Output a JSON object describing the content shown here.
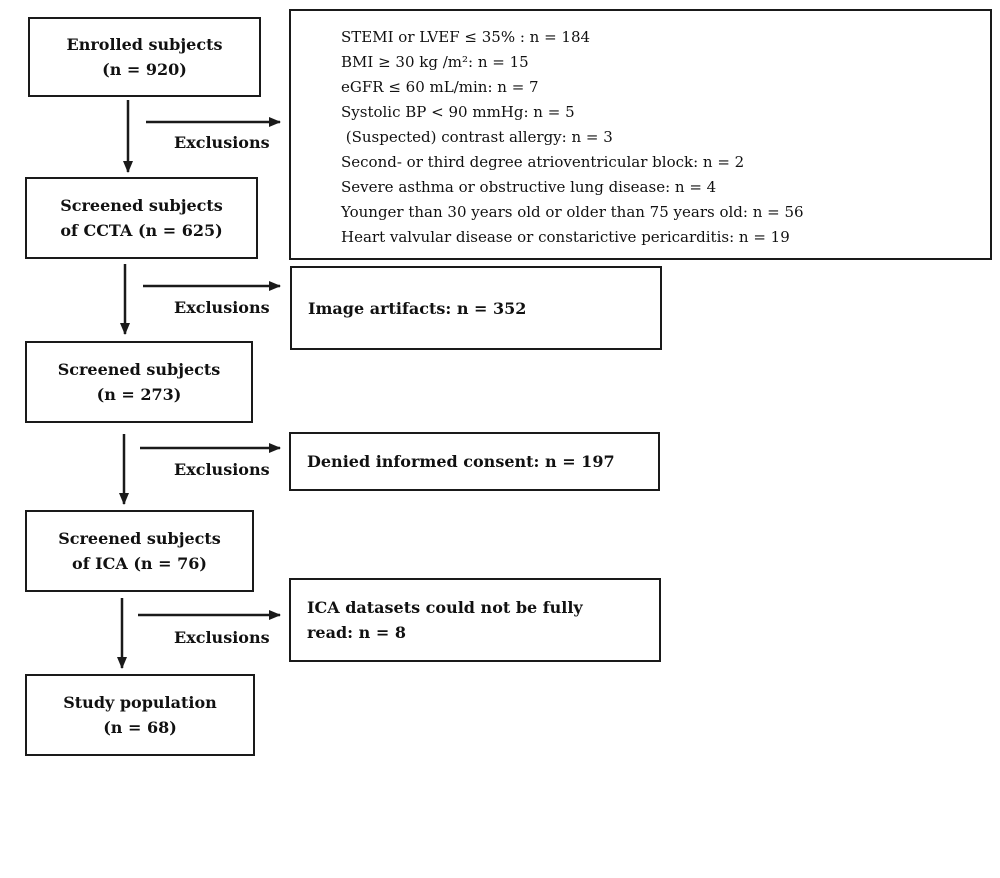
{
  "steps": [
    {
      "line1": "Enrolled subjects",
      "line2": "(n = 920)"
    },
    {
      "line1": "Screened subjects",
      "line2": "of CCTA (n = 625)"
    },
    {
      "line1": "Screened subjects",
      "line2": "(n = 273)"
    },
    {
      "line1": "Screened subjects",
      "line2": "of ICA (n = 76)"
    },
    {
      "line1": "Study population",
      "line2": "(n = 68)"
    }
  ],
  "exclusion_label": "Exclusions",
  "criteria": [
    "STEMI or LVEF ≤ 35% : n = 184",
    "BMI ≥  30 kg /m²: n = 15",
    "eGFR ≤ 60 mL/min: n = 7",
    "Systolic BP < 90 mmHg: n = 5",
    " (Suspected) contrast allergy: n = 3",
    "Second- or third degree atrioventricular block: n = 2",
    "Severe asthma or obstructive lung disease: n = 4",
    "Younger than 30 years old or older than 75 years old: n = 56",
    "Heart valvular disease or constarictive pericarditis: n = 19"
  ],
  "exclusion_boxes": [
    {
      "line1": "Image artifacts: n = 352"
    },
    {
      "line1": "Denied informed consent: n = 197"
    },
    {
      "line1": "ICA datasets could not be fully",
      "line2": "read: n = 8"
    }
  ]
}
